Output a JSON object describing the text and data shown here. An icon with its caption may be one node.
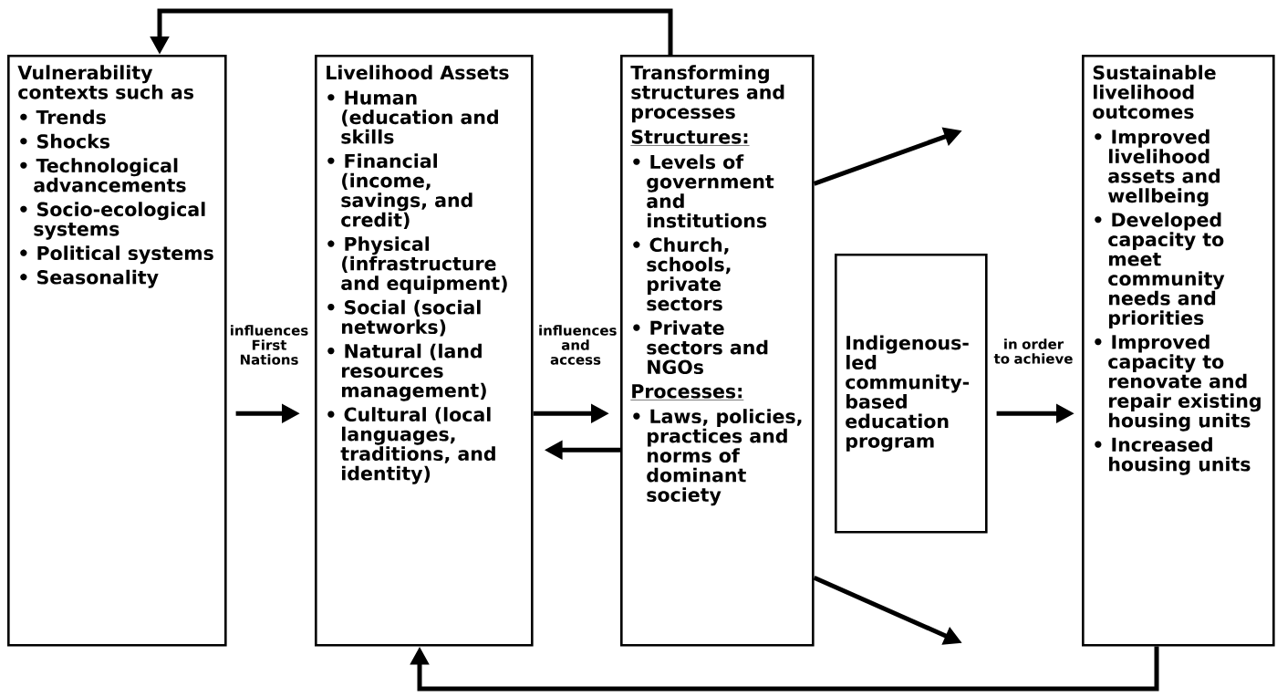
{
  "diagram": {
    "nodes": [
      {
        "text": [
          "Vulnerability contexts such as",
          "• Trends",
          "• Shocks",
          "• Technological advancements",
          "• Socio-ecological systems",
          "• Political systems",
          "• Seasonality"
        ]
      },
      {
        "text": [
          "Livelihood Assets",
          "• Human (education and skills",
          "• Financial (income, savings, and credit)",
          "• Physical (infrastructure and equipment)",
          "• Social (social networks)",
          "• Natural (land resources management)",
          "• Cultural (local languages, traditions, and identity)"
        ]
      },
      {
        "text": [
          "Transforming structures and processes",
          "Structures:",
          "• Levels of government and institutions",
          "• Church, schools, private sectors",
          "• Private sectors and NGOs",
          "Processes:",
          "• Laws, policies, practices and norms of dominant society"
        ]
      },
      {
        "text": [
          "Indigenous-led community-based education program"
        ]
      },
      {
        "text": [
          "Sustainable livelihood outcomes",
          "• Improved livelihood assets and wellbeing",
          "• Developed capacity to meet community needs and priorities",
          "• Improved capacity to renovate and repair existing housing units",
          "• Increased housing units"
        ]
      }
    ],
    "edges": [
      {
        "from": 0,
        "to": 1,
        "arrow": "to",
        "label": "influences First Nations"
      },
      {
        "from": 1,
        "to": 2,
        "arrow": "to",
        "label": "influences and access"
      },
      {
        "from": 2,
        "to": 1,
        "arrow": "to"
      },
      {
        "from": 3,
        "to": 4,
        "arrow": "to",
        "label": "in order to achieve"
      },
      {
        "from": 2,
        "to": null,
        "arrow": "to"
      },
      {
        "from": 2,
        "to": null,
        "arrow": "to"
      },
      {
        "from": 2,
        "to": 0,
        "arrow": "to"
      },
      {
        "from": 4,
        "to": 1,
        "arrow": "to"
      }
    ]
  }
}
